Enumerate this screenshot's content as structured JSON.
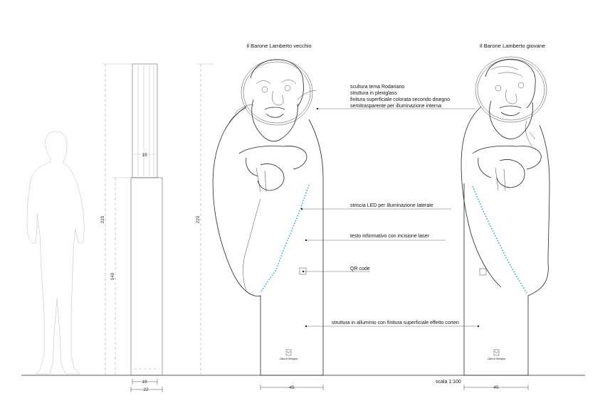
{
  "titles": {
    "old": "Il Barone Lamberto vecchio",
    "young": "Il Barone Lamberto giovane"
  },
  "annotations": {
    "sculpture": [
      "scultura tema Rodariano",
      "struttura in plexiglass",
      "finitura superficiale colorata secondo disegno",
      "semitrasparente per illuminazione interna"
    ],
    "led": "striscia LED per illuminazione laterale",
    "laser": "testo informativo con incisione laser",
    "qr": "QR code",
    "structure": "struttura in alluminio con finitura superficiale effetto corten"
  },
  "dimensions": {
    "side_height_total": "220",
    "side_height_base": "140",
    "front_height_total": "220",
    "top_width": "19",
    "bottom_inner_width": "19",
    "bottom_outer_width": "22",
    "base_width_old": "45",
    "base_width_young": "45"
  },
  "logo_text": "Città di Omegna",
  "scale": "scala 1:100",
  "colors": {
    "led": "#25b5e6",
    "line": "#222222"
  }
}
